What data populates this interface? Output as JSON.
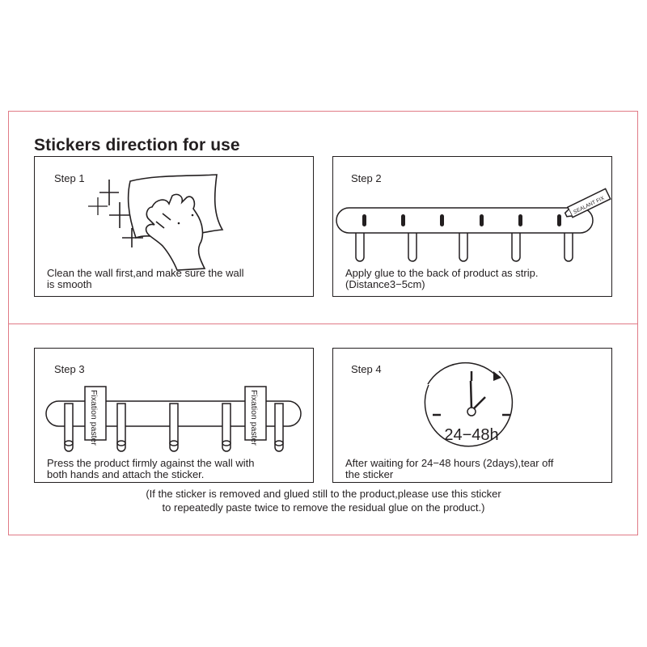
{
  "title": "Stickers direction for use",
  "steps": [
    {
      "label": "Step 1",
      "text_line1": "Clean the wall first,and make sure the wall",
      "text_line2": "is smooth",
      "icon": "hand-wiping-cloth-icon"
    },
    {
      "label": "Step 2",
      "text_line1": "Apply glue to the back of product as strip.",
      "text_line2": "(Distance3−5cm)",
      "icon": "hook-rack-with-glue-tube-icon",
      "tube_label": "SEALANT FIX"
    },
    {
      "label": "Step 3",
      "text_line1": "Press the product firmly against the wall with",
      "text_line2": "both hands and attach the sticker.",
      "icon": "hook-rack-with-stickers-icon",
      "sticker_label": "Fixation paster"
    },
    {
      "label": "Step 4",
      "text_line1": "After waiting for 24−48 hours (2days),tear off",
      "text_line2": "the sticker",
      "icon": "clock-icon",
      "clock_label": "24−48h"
    }
  ],
  "note": {
    "line1": "(If the sticker is removed and glued still to the product,please use this sticker",
    "line2": "to repeatedly paste twice to remove the residual glue on the product.)"
  },
  "colors": {
    "frame": "#e07a86",
    "ink": "#231f20"
  }
}
